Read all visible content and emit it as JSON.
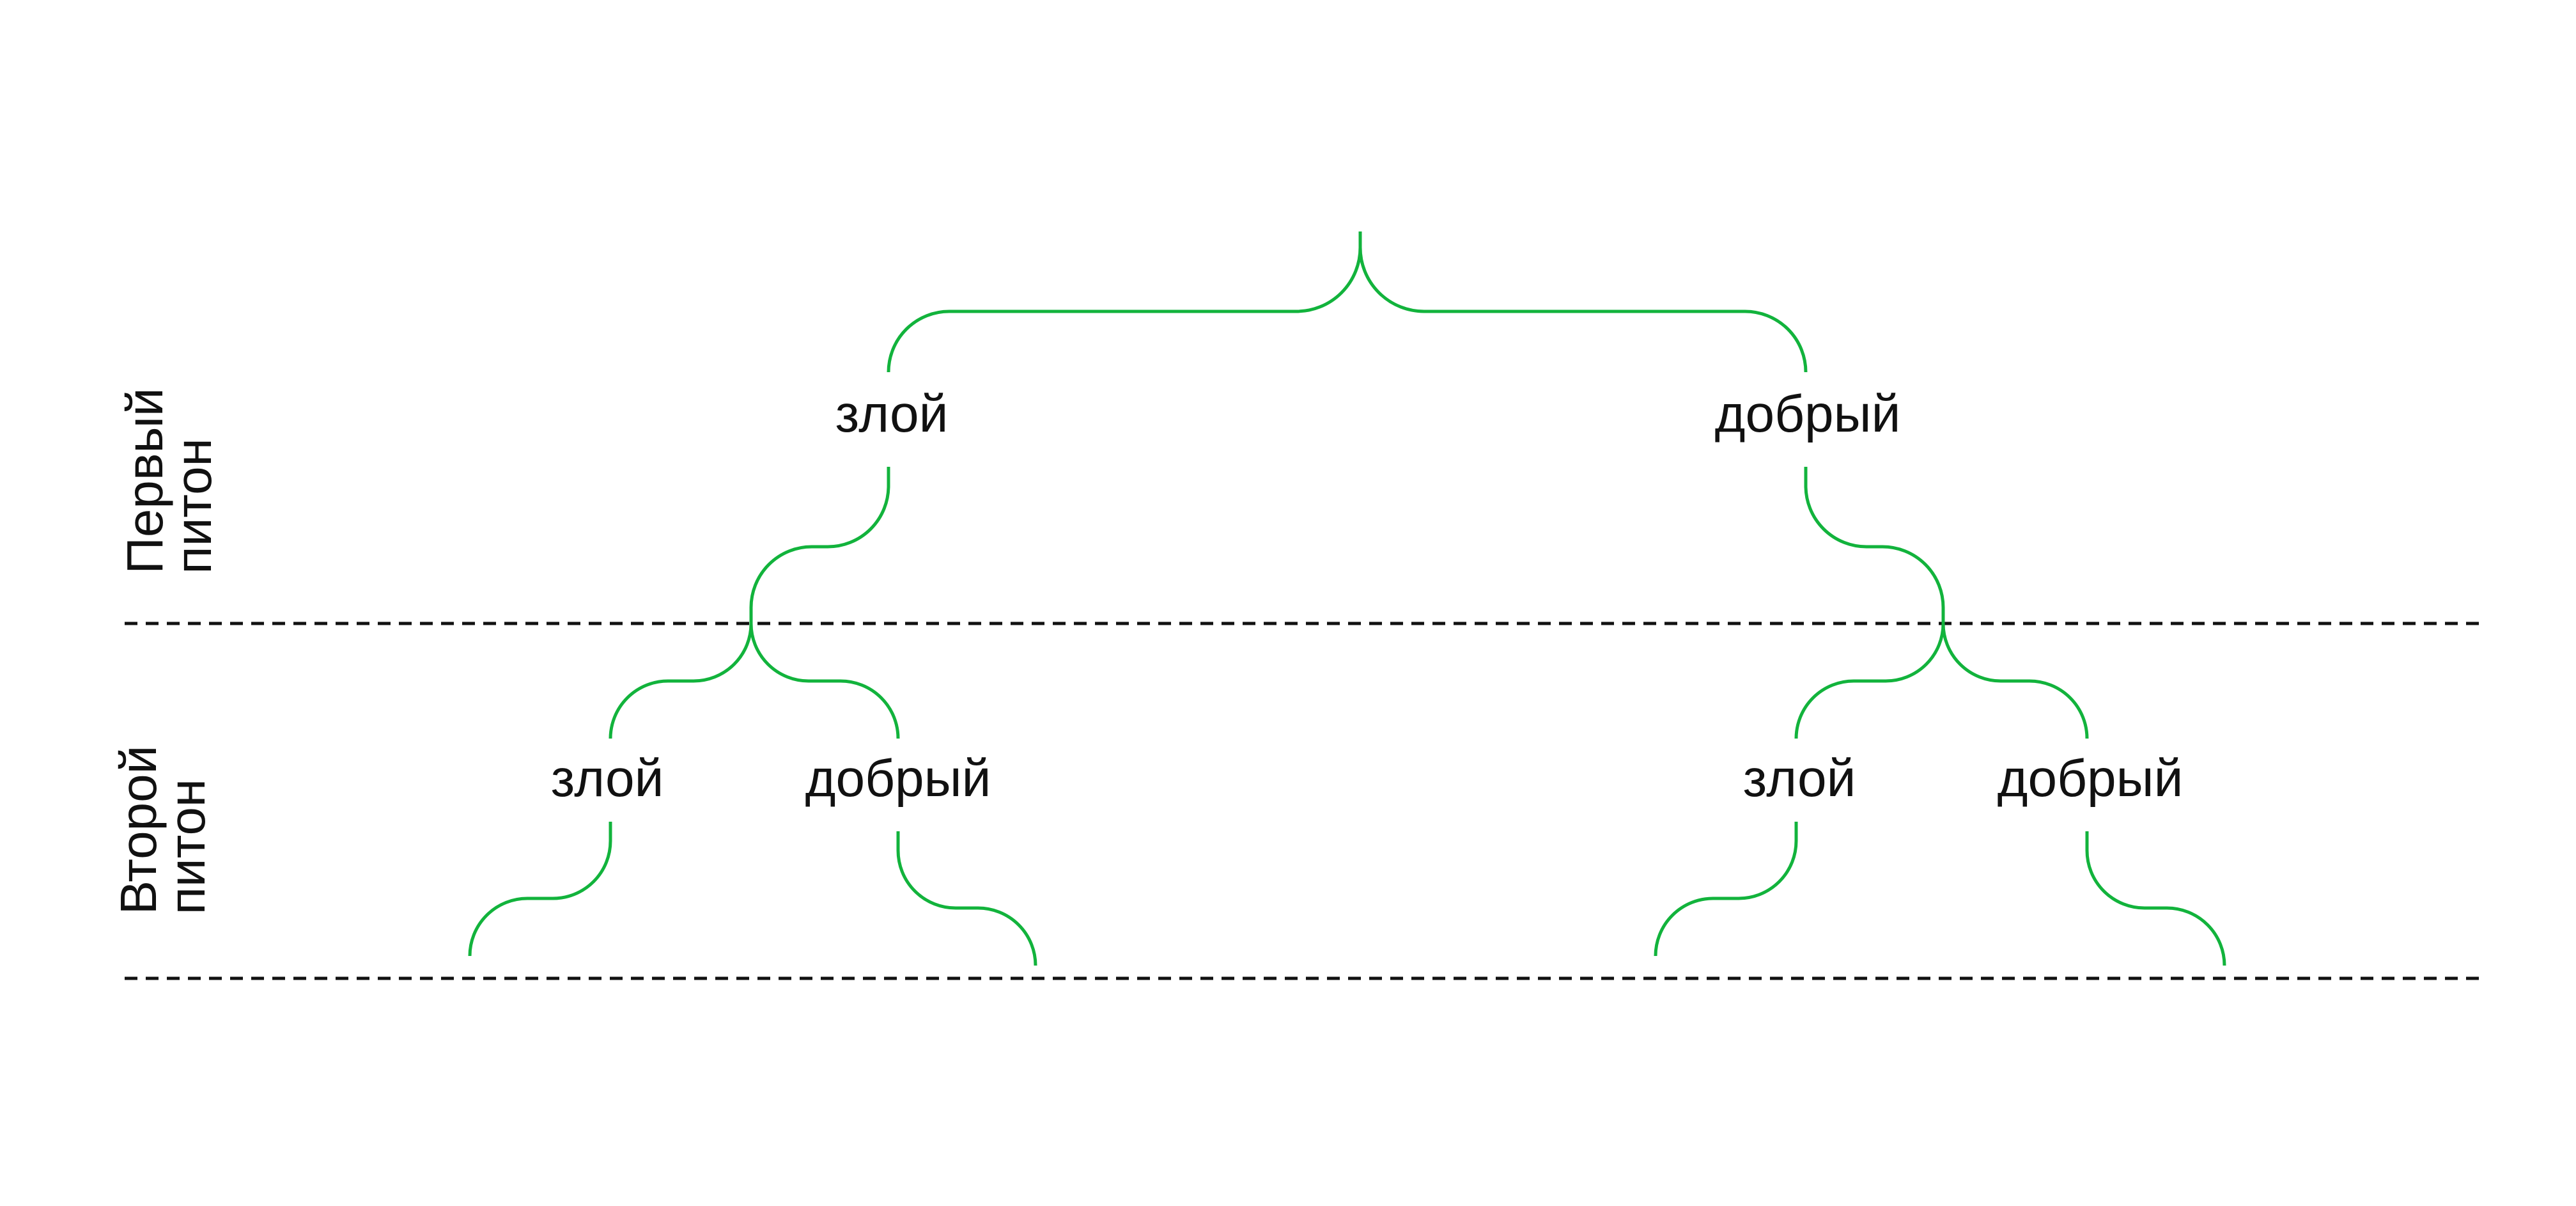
{
  "colors": {
    "branch": "#12b33c",
    "divider": "#111111",
    "text": "#111111"
  },
  "rows": [
    {
      "line1": "Первый",
      "line2": "питон"
    },
    {
      "line1": "Второй",
      "line2": "питон"
    }
  ],
  "tree": {
    "level1": [
      {
        "label": "злой"
      },
      {
        "label": "добрый"
      }
    ],
    "level2": [
      {
        "label": "злой"
      },
      {
        "label": "добрый"
      },
      {
        "label": "злой"
      },
      {
        "label": "добрый"
      }
    ]
  }
}
